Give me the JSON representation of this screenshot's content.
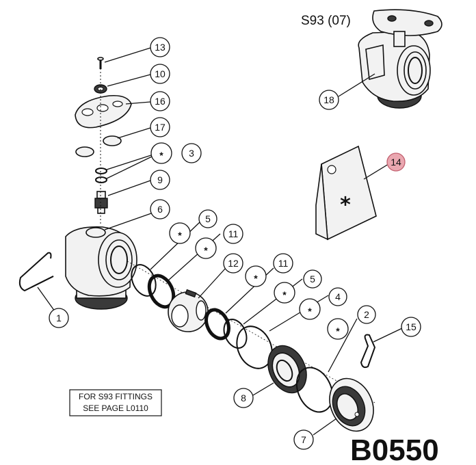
{
  "title": "S93 (07)",
  "drawing_code": "B0550",
  "note": {
    "line1": "FOR S93 FITTINGS",
    "line2": "SEE PAGE L0110"
  },
  "star_symbol": "*",
  "callouts": [
    {
      "id": "c13",
      "label": "13"
    },
    {
      "id": "c10",
      "label": "10"
    },
    {
      "id": "c16",
      "label": "16"
    },
    {
      "id": "c17",
      "label": "17"
    },
    {
      "id": "c3",
      "label": "3"
    },
    {
      "id": "c9",
      "label": "9"
    },
    {
      "id": "c6",
      "label": "6"
    },
    {
      "id": "c5a",
      "label": "5"
    },
    {
      "id": "c11a",
      "label": "11"
    },
    {
      "id": "c12",
      "label": "12"
    },
    {
      "id": "c11b",
      "label": "11"
    },
    {
      "id": "c5b",
      "label": "5"
    },
    {
      "id": "c4",
      "label": "4"
    },
    {
      "id": "c2",
      "label": "2"
    },
    {
      "id": "c15",
      "label": "15"
    },
    {
      "id": "c1",
      "label": "1"
    },
    {
      "id": "c8",
      "label": "8"
    },
    {
      "id": "c7",
      "label": "7"
    },
    {
      "id": "c18",
      "label": "18"
    },
    {
      "id": "c14",
      "label": "14"
    }
  ]
}
